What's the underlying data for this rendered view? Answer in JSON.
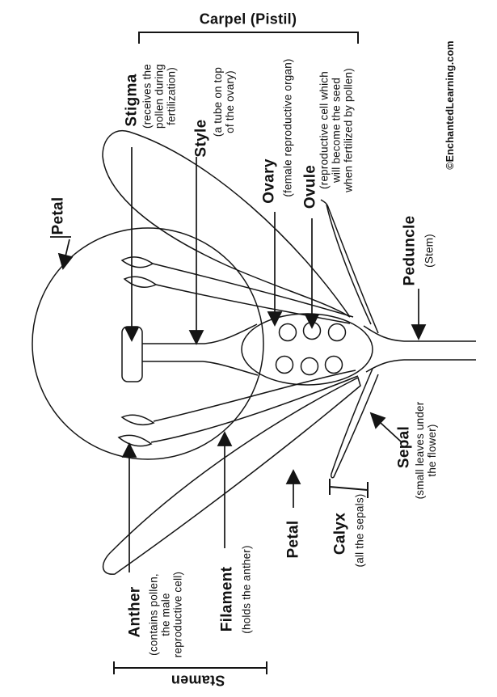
{
  "colors": {
    "ink": "#141414",
    "background": "#ffffff"
  },
  "watermark": "©EnchantedLearning.com",
  "brackets": {
    "carpel": {
      "label": "Carpel (Pistil)"
    },
    "stamen": {
      "label": "Stamen"
    }
  },
  "labels": {
    "stigma": {
      "name": "Stigma",
      "sub": [
        "(receives the",
        "pollen during",
        "fertilization)"
      ]
    },
    "style": {
      "name": "Style",
      "sub": [
        "(a tube on top",
        "of the ovary)"
      ]
    },
    "ovary": {
      "name": "Ovary",
      "sub": [
        "(female reproductive organ)"
      ]
    },
    "ovule": {
      "name": "Ovule",
      "sub": [
        "(reproductive cell which",
        "will become the seed",
        "when fertilized by pollen)"
      ]
    },
    "petal_left": {
      "name": "Petal"
    },
    "peduncle": {
      "name": "Peduncle",
      "sub": [
        "(Stem)"
      ]
    },
    "sepal": {
      "name": "Sepal",
      "sub": [
        "(small leaves under",
        "the flower)"
      ]
    },
    "calyx": {
      "name": "Calyx",
      "sub": [
        "(all the sepals)"
      ]
    },
    "petal_bottom": {
      "name": "Petal"
    },
    "filament": {
      "name": "Filament",
      "sub": [
        "(holds the anther)"
      ]
    },
    "anther": {
      "name": "Anther",
      "sub": [
        "(contains pollen,",
        "the male",
        "reproductive cell)"
      ]
    }
  }
}
